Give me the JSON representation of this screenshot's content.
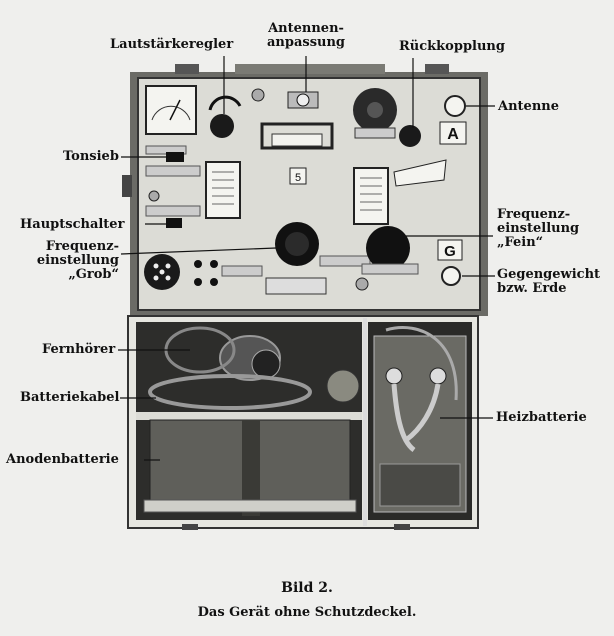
{
  "labels": {
    "lautstaerkeregler": "Lautstärkeregler",
    "antennenanpassung": "Antennen-\nanpassung",
    "rueckkopplung": "Rückkopplung",
    "antenne": "Antenne",
    "tonsieb": "Tonsieb",
    "hauptschalter": "Hauptschalter",
    "frequenz_grob": "Frequenz-\neinstellung\n„Grob“",
    "frequenz_fein": "Frequenz-\neinstellung\n„Fein“",
    "gegengewicht": "Gegengewicht\nbzw. Erde",
    "fernhoerer": "Fernhörer",
    "batteriekabel": "Batteriekabel",
    "anodenbatterie": "Anodenbatterie",
    "heizbatterie": "Heizbatterie"
  },
  "panel_marks": {
    "A": "A",
    "G": "G",
    "five": "5"
  },
  "caption": {
    "title": "Bild 2.",
    "subtitle": "Das Gerät ohne Schutzdeckel."
  }
}
